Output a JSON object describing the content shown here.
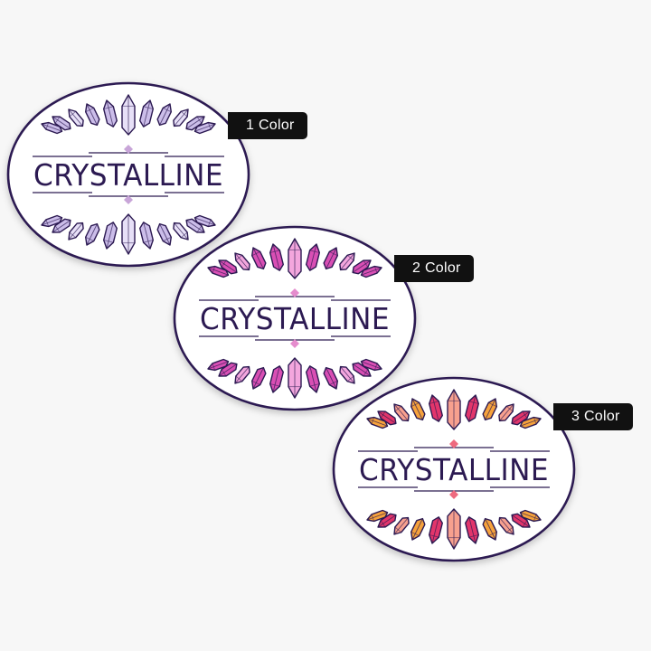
{
  "variants": [
    {
      "tag_label": "1 Color",
      "brand_text": "CRYSTALLINE",
      "colors": {
        "outline": "#2c1a52",
        "fill_a": "#e7e0f7",
        "fill_b": "#cbbde9",
        "fill_c": "#cbbde9",
        "line": "#2c1a52",
        "text": "#2c1a52",
        "accent": "#c8a5d8"
      }
    },
    {
      "tag_label": "2 Color",
      "brand_text": "CRYSTALLINE",
      "colors": {
        "outline": "#2c1a52",
        "fill_a": "#f3a6dd",
        "fill_b": "#d94fb4",
        "fill_c": "#d94fb4",
        "line": "#2c1a52",
        "text": "#2c1a52",
        "accent": "#e58ccd"
      }
    },
    {
      "tag_label": "3 Color",
      "brand_text": "CRYSTALLINE",
      "colors": {
        "outline": "#2c1a52",
        "fill_a": "#f7a08e",
        "fill_b": "#e2356b",
        "fill_c": "#f6a23c",
        "line": "#2c1a52",
        "text": "#2c1a52",
        "accent": "#ee6a7f"
      }
    }
  ]
}
